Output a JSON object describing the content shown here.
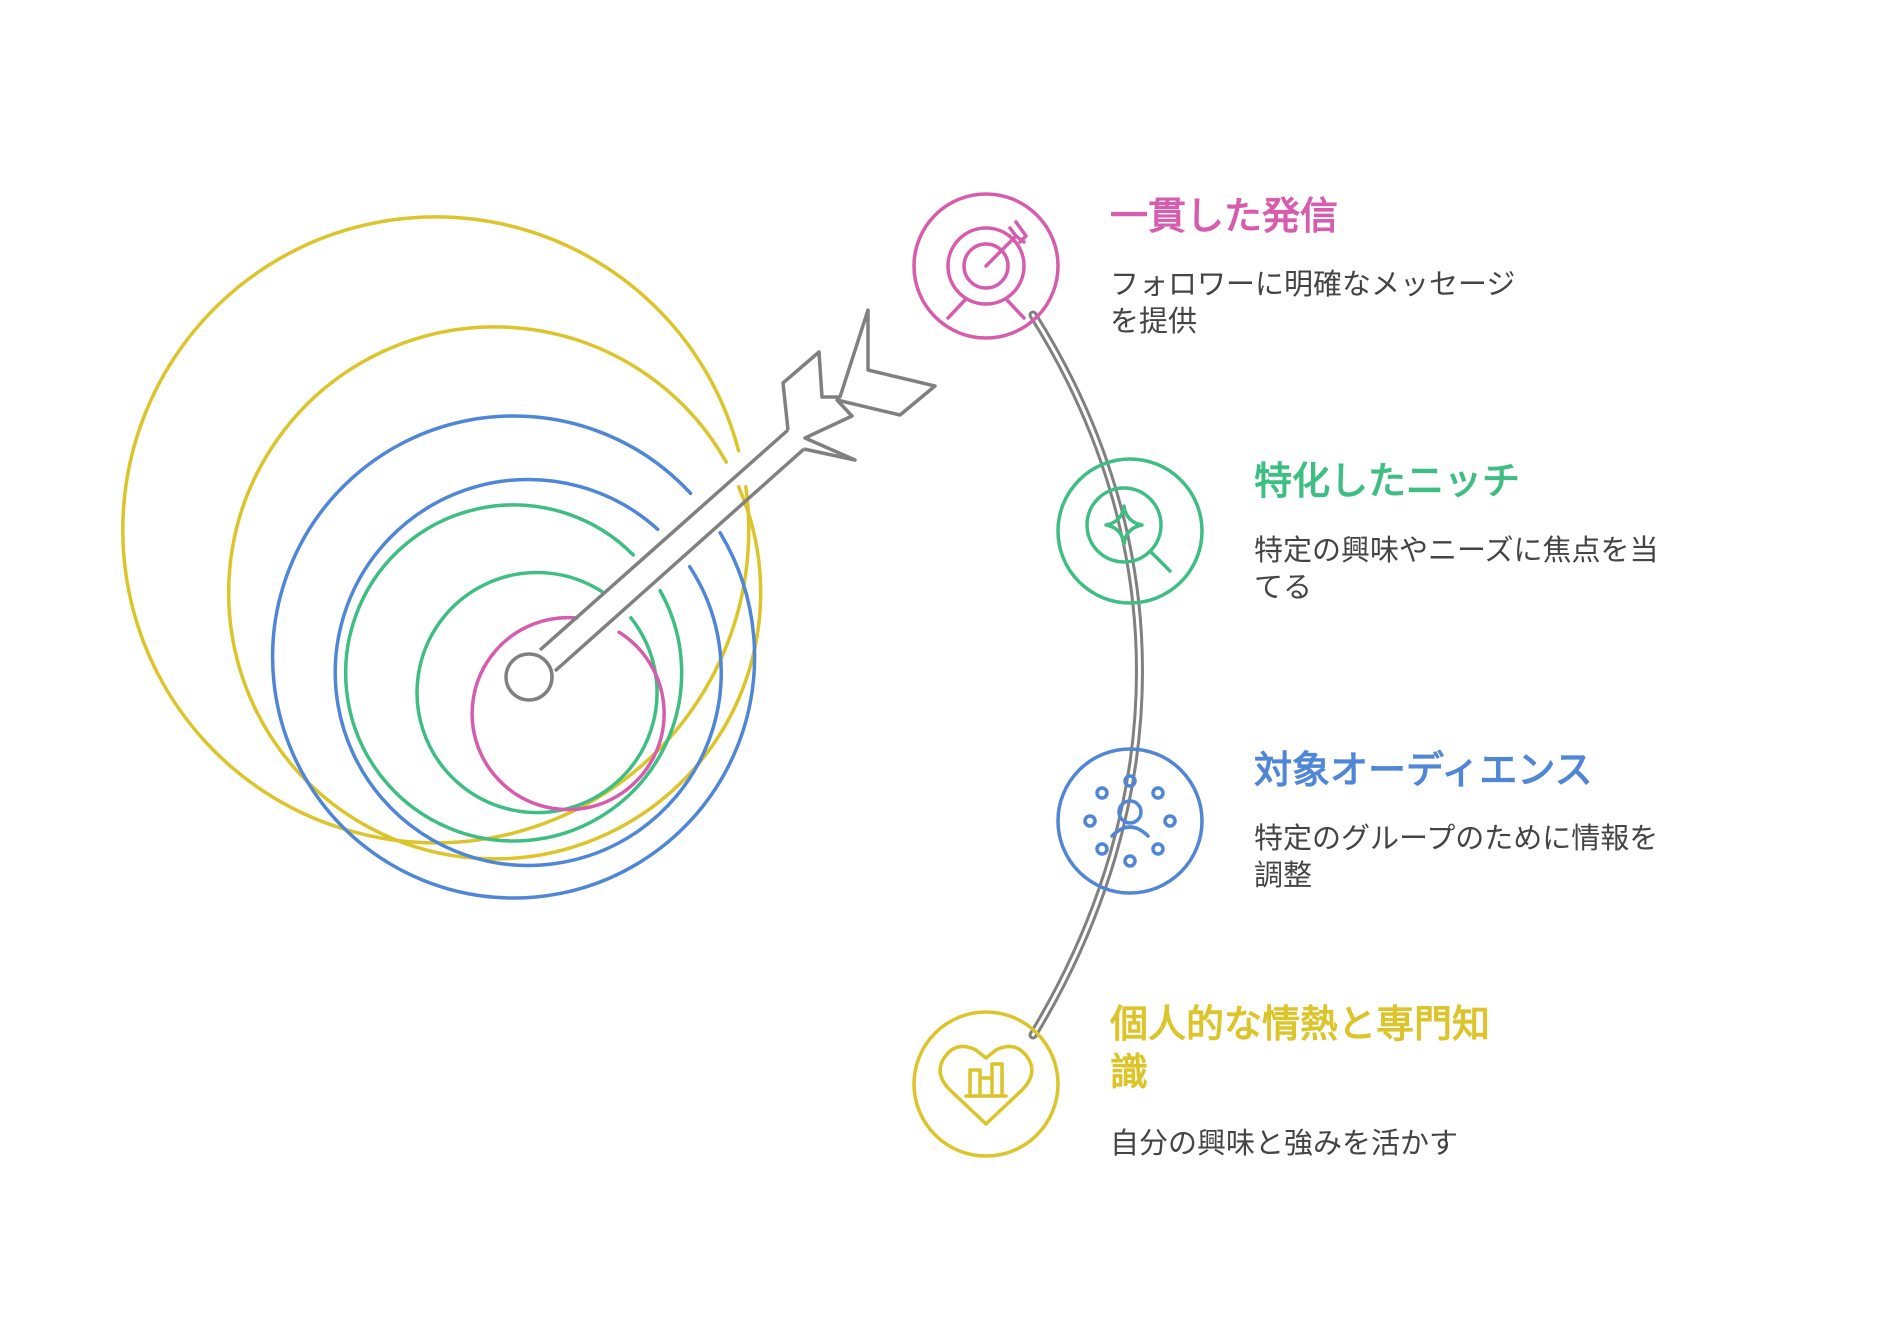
{
  "colors": {
    "pink": "#D65CAD",
    "green": "#3EBE82",
    "blue": "#4F86D6",
    "yellow": "#DCC42B",
    "gray": "#808080"
  },
  "items": [
    {
      "title": "一貫した発信",
      "description": "フォロワーに明確なメッセージ\nを提供",
      "color": "#D65CAD",
      "icon": "target-icon"
    },
    {
      "title": "特化したニッチ",
      "description": "特定の興味やニーズに焦点を当\nてる",
      "color": "#3EBE82",
      "icon": "magnifier-sparkle-icon"
    },
    {
      "title": "対象オーディエンス",
      "description": "特定のグループのために情報を\n調整",
      "color": "#4F86D6",
      "icon": "audience-icon"
    },
    {
      "title": "個人的な情熱と専門知\n識",
      "description": "自分の興味と強みを活かす",
      "color": "#DCC42B",
      "icon": "heart-chart-icon"
    }
  ]
}
